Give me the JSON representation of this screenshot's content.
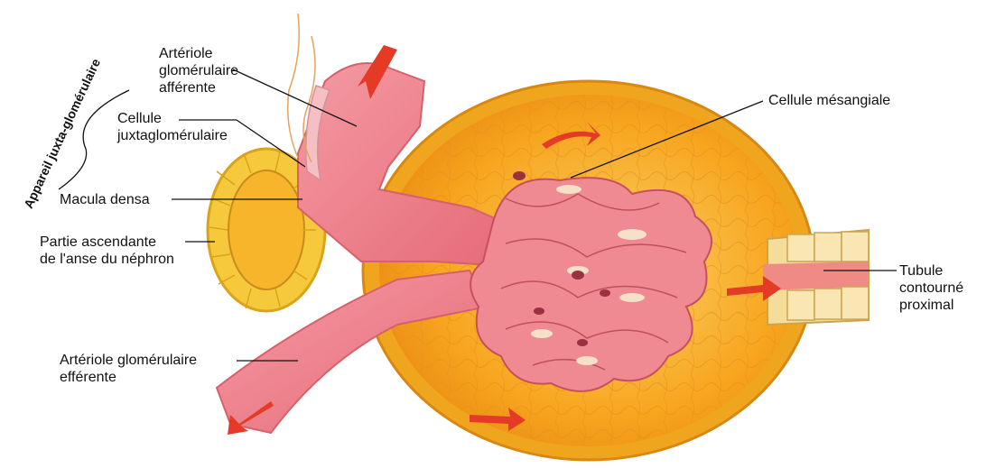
{
  "labels": {
    "afferent": [
      "Artériole",
      "glomérulaire",
      "afférente"
    ],
    "juxta_cell": [
      "Cellule",
      "juxtaglomérulaire"
    ],
    "macula": "Macula densa",
    "ascending": [
      "Partie ascendante",
      "de l'anse du néphron"
    ],
    "efferent": [
      "Artériole glomérulaire",
      "efférente"
    ],
    "mesangial": "Cellule mésangiale",
    "tubule": [
      "Tubule",
      "contourné",
      "proximal"
    ],
    "apparatus": "Appareil juxta-glomérulaire"
  },
  "colors": {
    "capsule": "#f7a51e",
    "capsule_inner": "#f9c04a",
    "capillary": "#f08a93",
    "arteriole": "#ef7d87",
    "macula": "#f6c93d",
    "arrow": "#e53a25",
    "tubule": "#f6dc9a"
  }
}
